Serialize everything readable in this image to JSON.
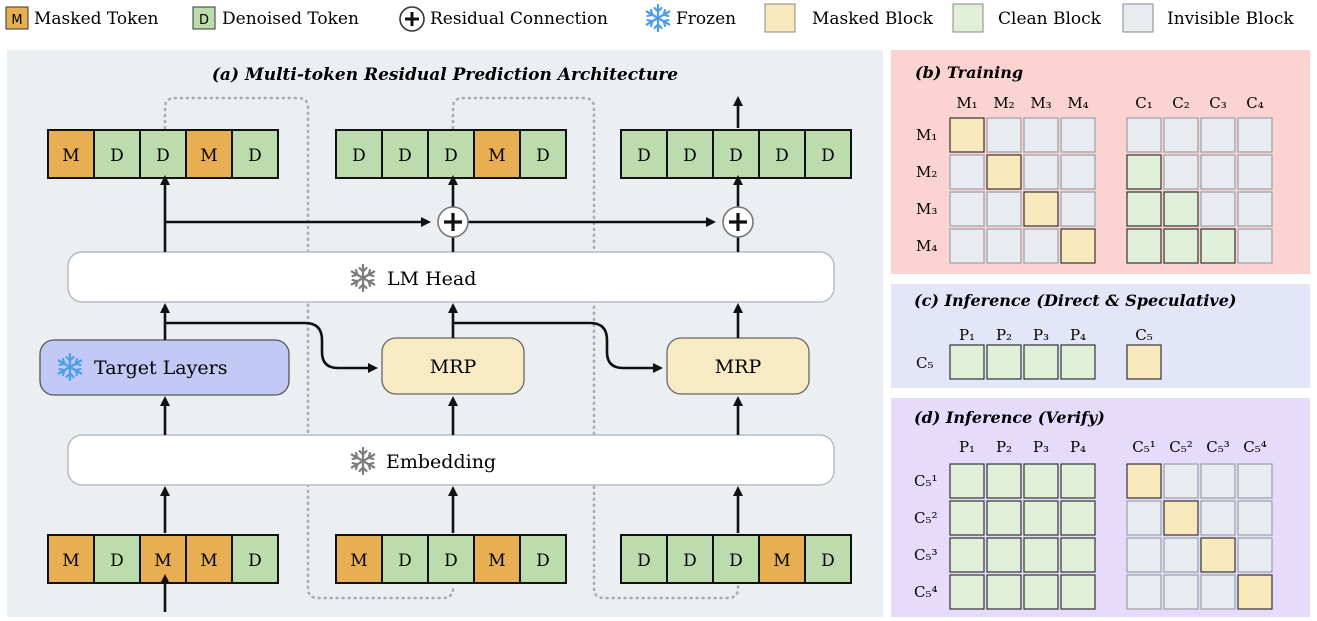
{
  "legend": {
    "masked_token": {
      "glyph": "M",
      "label": "Masked Token"
    },
    "denoised_token": {
      "glyph": "D",
      "label": "Denoised Token"
    },
    "residual": {
      "label": "Residual Connection"
    },
    "frozen": {
      "label": "Frozen"
    },
    "masked_block": {
      "label": "Masked Block"
    },
    "clean_block": {
      "label": "Clean Block"
    },
    "invisible_block": {
      "label": "Invisible Block"
    }
  },
  "colors": {
    "masked": "#e8ae52",
    "denoised": "#bcdcae",
    "masked_block": "#f8e9bd",
    "clean_block": "#e0efd8",
    "invisible_block": "#e8ebef",
    "panel_a_bg": "#eceff2",
    "panel_b_bg": "#fbd3d0",
    "panel_c_bg": "#e3e6f9",
    "panel_d_bg": "#e7dbfb",
    "target_layers": "#c3c9f6",
    "mrp": "#f8ebc4",
    "snowflake": "#4b9ee8"
  },
  "panel_a": {
    "title": "(a) Multi-token Residual Prediction Architecture",
    "lm_head": "LM Head",
    "embedding": "Embedding",
    "target_layers": "Target Layers",
    "mrp": "MRP",
    "top_rows": [
      [
        "M",
        "D",
        "D",
        "M",
        "D"
      ],
      [
        "D",
        "D",
        "D",
        "M",
        "D"
      ],
      [
        "D",
        "D",
        "D",
        "D",
        "D"
      ]
    ],
    "bottom_rows": [
      [
        "M",
        "D",
        "M",
        "M",
        "D"
      ],
      [
        "M",
        "D",
        "D",
        "M",
        "D"
      ],
      [
        "D",
        "D",
        "D",
        "M",
        "D"
      ]
    ]
  },
  "panel_b": {
    "title": "(b) Training",
    "cols_left": [
      "M₁",
      "M₂",
      "M₃",
      "M₄"
    ],
    "cols_right": [
      "C₁",
      "C₂",
      "C₃",
      "C₄"
    ],
    "rows": [
      "M₁",
      "M₂",
      "M₃",
      "M₄"
    ],
    "left_grid": [
      [
        "masked",
        "invisible",
        "invisible",
        "invisible"
      ],
      [
        "invisible",
        "masked",
        "invisible",
        "invisible"
      ],
      [
        "invisible",
        "invisible",
        "masked",
        "invisible"
      ],
      [
        "invisible",
        "invisible",
        "invisible",
        "masked"
      ]
    ],
    "right_grid": [
      [
        "invisible",
        "invisible",
        "invisible",
        "invisible"
      ],
      [
        "clean",
        "invisible",
        "invisible",
        "invisible"
      ],
      [
        "clean",
        "clean",
        "invisible",
        "invisible"
      ],
      [
        "clean",
        "clean",
        "clean",
        "invisible"
      ]
    ]
  },
  "panel_c": {
    "title": "(c) Inference (Direct & Speculative)",
    "cols_left": [
      "P₁",
      "P₂",
      "P₃",
      "P₄"
    ],
    "cols_right": [
      "C₅"
    ],
    "rows": [
      "C₅"
    ],
    "left_grid": [
      [
        "clean",
        "clean",
        "clean",
        "clean"
      ]
    ],
    "right_grid": [
      [
        "masked"
      ]
    ]
  },
  "panel_d": {
    "title": "(d) Inference (Verify)",
    "cols_left": [
      "P₁",
      "P₂",
      "P₃",
      "P₄"
    ],
    "cols_right": [
      "C₅¹",
      "C₅²",
      "C₅³",
      "C₅⁴"
    ],
    "rows": [
      "C₅¹",
      "C₅²",
      "C₅³",
      "C₅⁴"
    ],
    "left_grid": [
      [
        "clean",
        "clean",
        "clean",
        "clean"
      ],
      [
        "clean",
        "clean",
        "clean",
        "clean"
      ],
      [
        "clean",
        "clean",
        "clean",
        "clean"
      ],
      [
        "clean",
        "clean",
        "clean",
        "clean"
      ]
    ],
    "right_grid": [
      [
        "masked",
        "invisible",
        "invisible",
        "invisible"
      ],
      [
        "invisible",
        "masked",
        "invisible",
        "invisible"
      ],
      [
        "invisible",
        "invisible",
        "masked",
        "invisible"
      ],
      [
        "invisible",
        "invisible",
        "invisible",
        "masked"
      ]
    ]
  }
}
